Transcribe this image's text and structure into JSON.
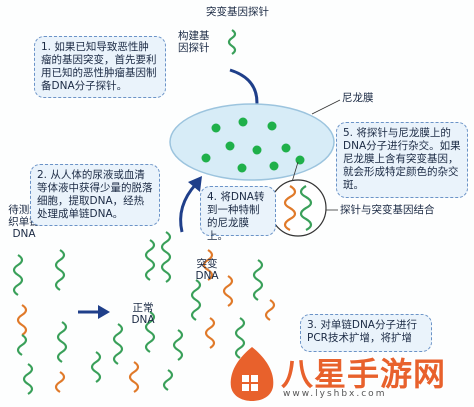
{
  "labels": {
    "title_probe": "突变基因探针",
    "build_probe": "构建基\n因探针",
    "membrane": "尼龙膜",
    "hybrid": "探针与突变基因结合",
    "sample_strand": "待测组\n织单链\nDNA",
    "normal_dna": "正常\nDNA",
    "mutant_dna": "突变\nDNA"
  },
  "steps": [
    {
      "text": "1. 如果已知导致恶性肿瘤的基因突变，首先要利用已知的恶性肿瘤基因制备DNA分子探针。"
    },
    {
      "text": "2. 从人体的尿液或血清等体液中获得少量的脱落细胞，提取DNA，经热处理成单链DNA。"
    },
    {
      "text": "3. 对单链DNA分子进行PCR技术扩增，将扩增"
    },
    {
      "text": "4. 将DNA转到一种特制的尼龙膜上。"
    },
    {
      "text": "5. 将探针与尼龙膜上的DNA分子进行杂交。如果尼龙膜上含有突变基因，就会形成特定颜色的杂交斑。"
    }
  ],
  "watermark": {
    "title": "八星手游网",
    "url": "www.lyshbx.com"
  },
  "colors": {
    "strand_green": "#3aa05a",
    "strand_orange": "#e07a2a",
    "arrow_blue": "#1f3f8a",
    "dot_green": "#1fb04a"
  }
}
